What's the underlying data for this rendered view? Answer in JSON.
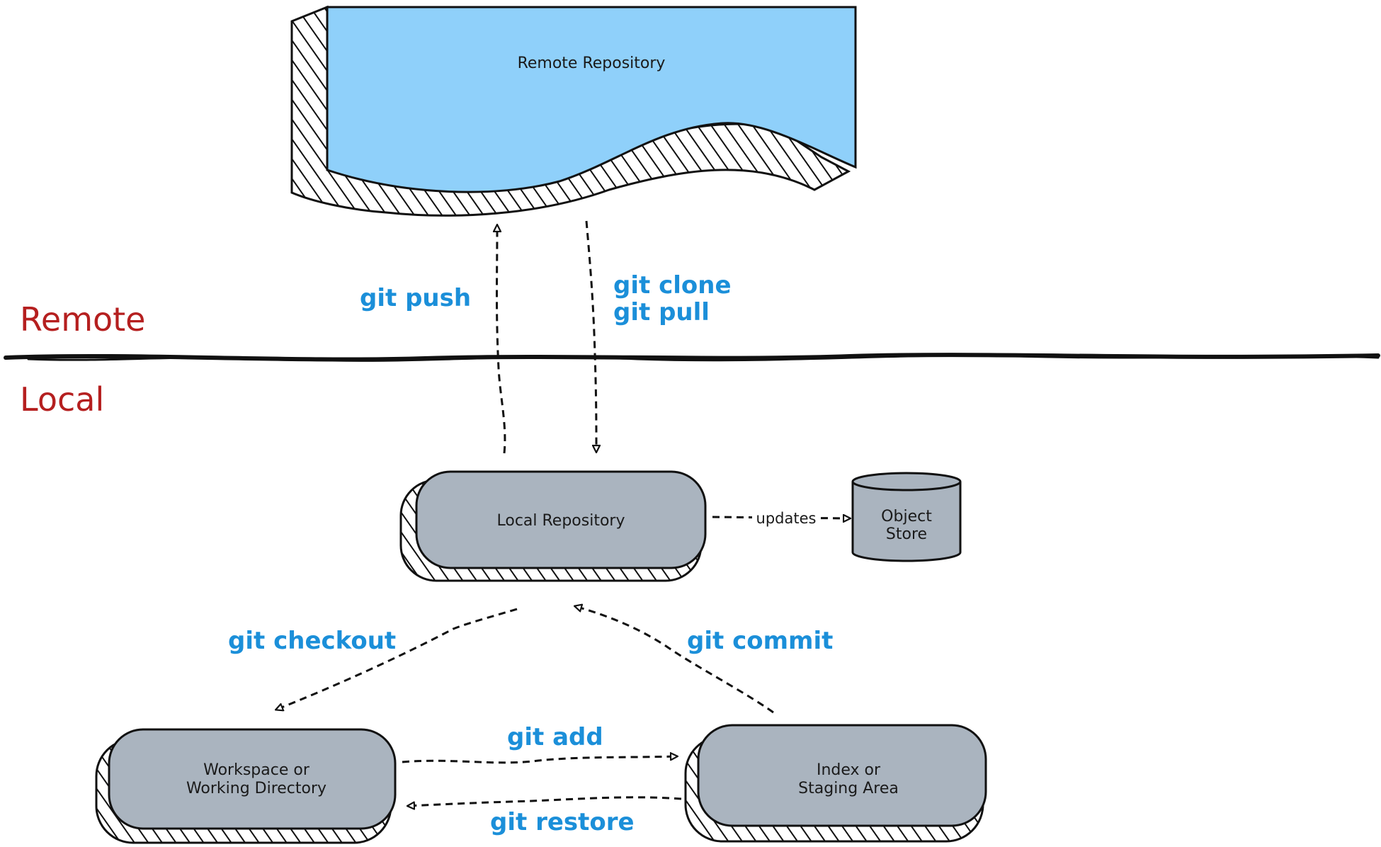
{
  "zones": {
    "remote": "Remote",
    "local": "Local"
  },
  "nodes": {
    "remote_repository": "Remote Repository",
    "local_repository": "Local Repository",
    "object_store": [
      "Object",
      "Store"
    ],
    "workspace": [
      "Workspace or",
      "Working Directory"
    ],
    "index": [
      "Index or",
      "Staging Area"
    ]
  },
  "commands": {
    "push": "git push",
    "clone": "git clone",
    "pull": "git pull",
    "checkout": "git checkout",
    "commit": "git commit",
    "add": "git add",
    "restore": "git restore"
  },
  "edge_labels": {
    "updates": "updates"
  },
  "colors": {
    "remote_fill": "#8fd0fa",
    "node_fill": "#aab4bf",
    "command": "#1b8fd9",
    "zone": "#b51f1f"
  }
}
